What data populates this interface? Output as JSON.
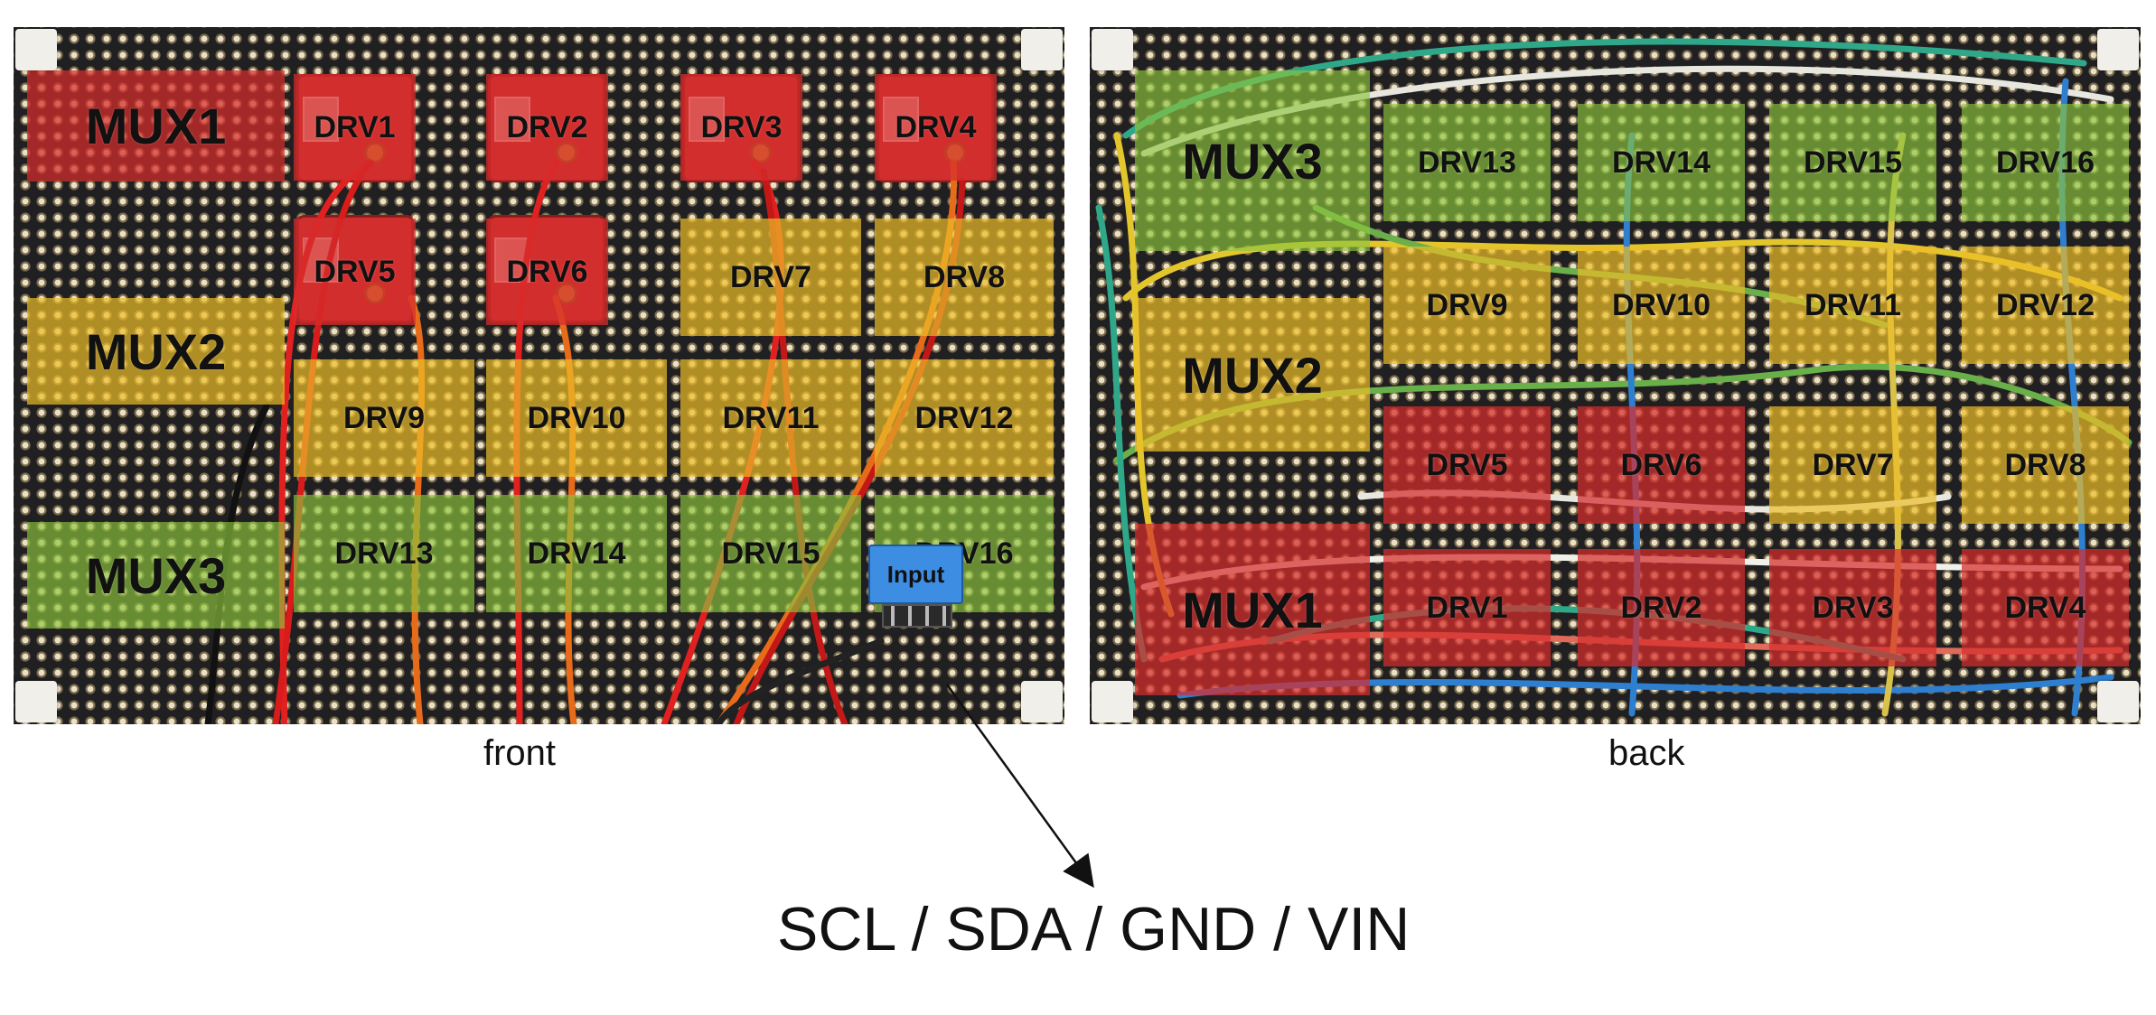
{
  "front": {
    "caption": "front",
    "mux": [
      "MUX1",
      "MUX2",
      "MUX3"
    ],
    "drivers": [
      "DRV1",
      "DRV2",
      "DRV3",
      "DRV4",
      "DRV5",
      "DRV6",
      "DRV7",
      "DRV8",
      "DRV9",
      "DRV10",
      "DRV11",
      "DRV12",
      "DRV13",
      "DRV14",
      "DRV15",
      "DRV16"
    ],
    "input_label": "Input"
  },
  "back": {
    "caption": "back",
    "mux": [
      "MUX3",
      "MUX2",
      "MUX1"
    ],
    "drivers_row1": [
      "DRV13",
      "DRV14",
      "DRV15",
      "DRV16"
    ],
    "drivers_row2": [
      "DRV9",
      "DRV10",
      "DRV11",
      "DRV12"
    ],
    "drivers_row3": [
      "DRV5",
      "DRV6",
      "DRV7",
      "DRV8"
    ],
    "drivers_row4": [
      "DRV1",
      "DRV2",
      "DRV3",
      "DRV4"
    ]
  },
  "pinout": "SCL / SDA / GND / VIN",
  "colors": {
    "mux1_zone": "#d62c2c",
    "mux2_zone": "#ecbe28",
    "mux3_zone": "#8cc43c",
    "input_connector": "#3d8ee2"
  }
}
